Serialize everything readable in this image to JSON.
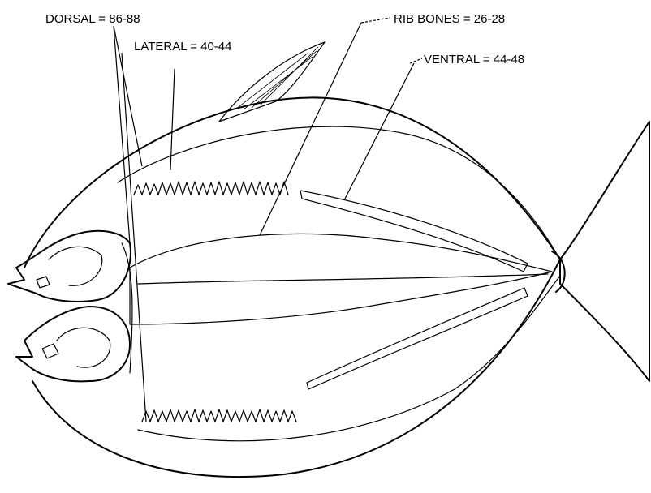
{
  "labels": {
    "dorsal": "DORSAL = 86-88",
    "lateral": "LATERAL = 40-44",
    "rib_bones": "RIB BONES = 26-28",
    "ventral": "VENTRAL = 44-48"
  }
}
